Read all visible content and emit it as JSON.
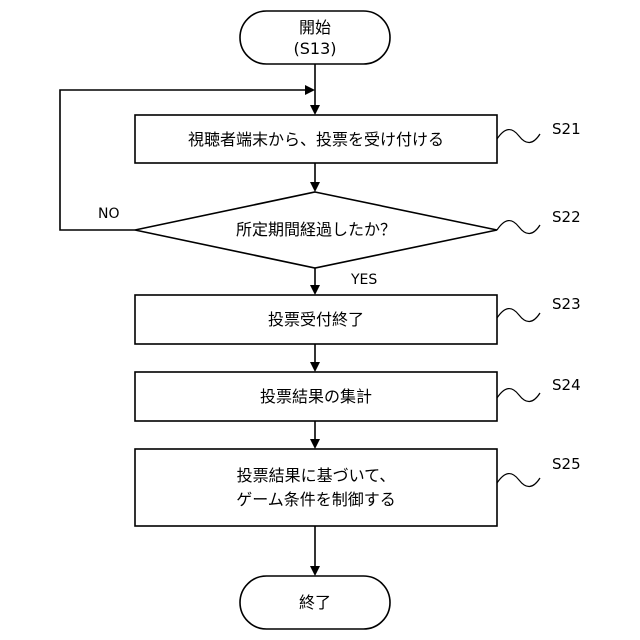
{
  "flowchart": {
    "start": {
      "text": "開始",
      "step": "(S13)"
    },
    "s21": {
      "text": "視聴者端末から、投票を受け付ける",
      "step": "S21"
    },
    "s22": {
      "text": "所定期間経過したか？",
      "step": "S22",
      "no_label": "NO",
      "yes_label": "YES"
    },
    "s23": {
      "text": "投票受付終了",
      "step": "S23"
    },
    "s24": {
      "text": "投票結果の集計",
      "step": "S24"
    },
    "s25": {
      "line1": "投票結果に基づいて、",
      "line2": "ゲーム条件を制御する",
      "step": "S25"
    },
    "end": {
      "text": "終了"
    }
  }
}
